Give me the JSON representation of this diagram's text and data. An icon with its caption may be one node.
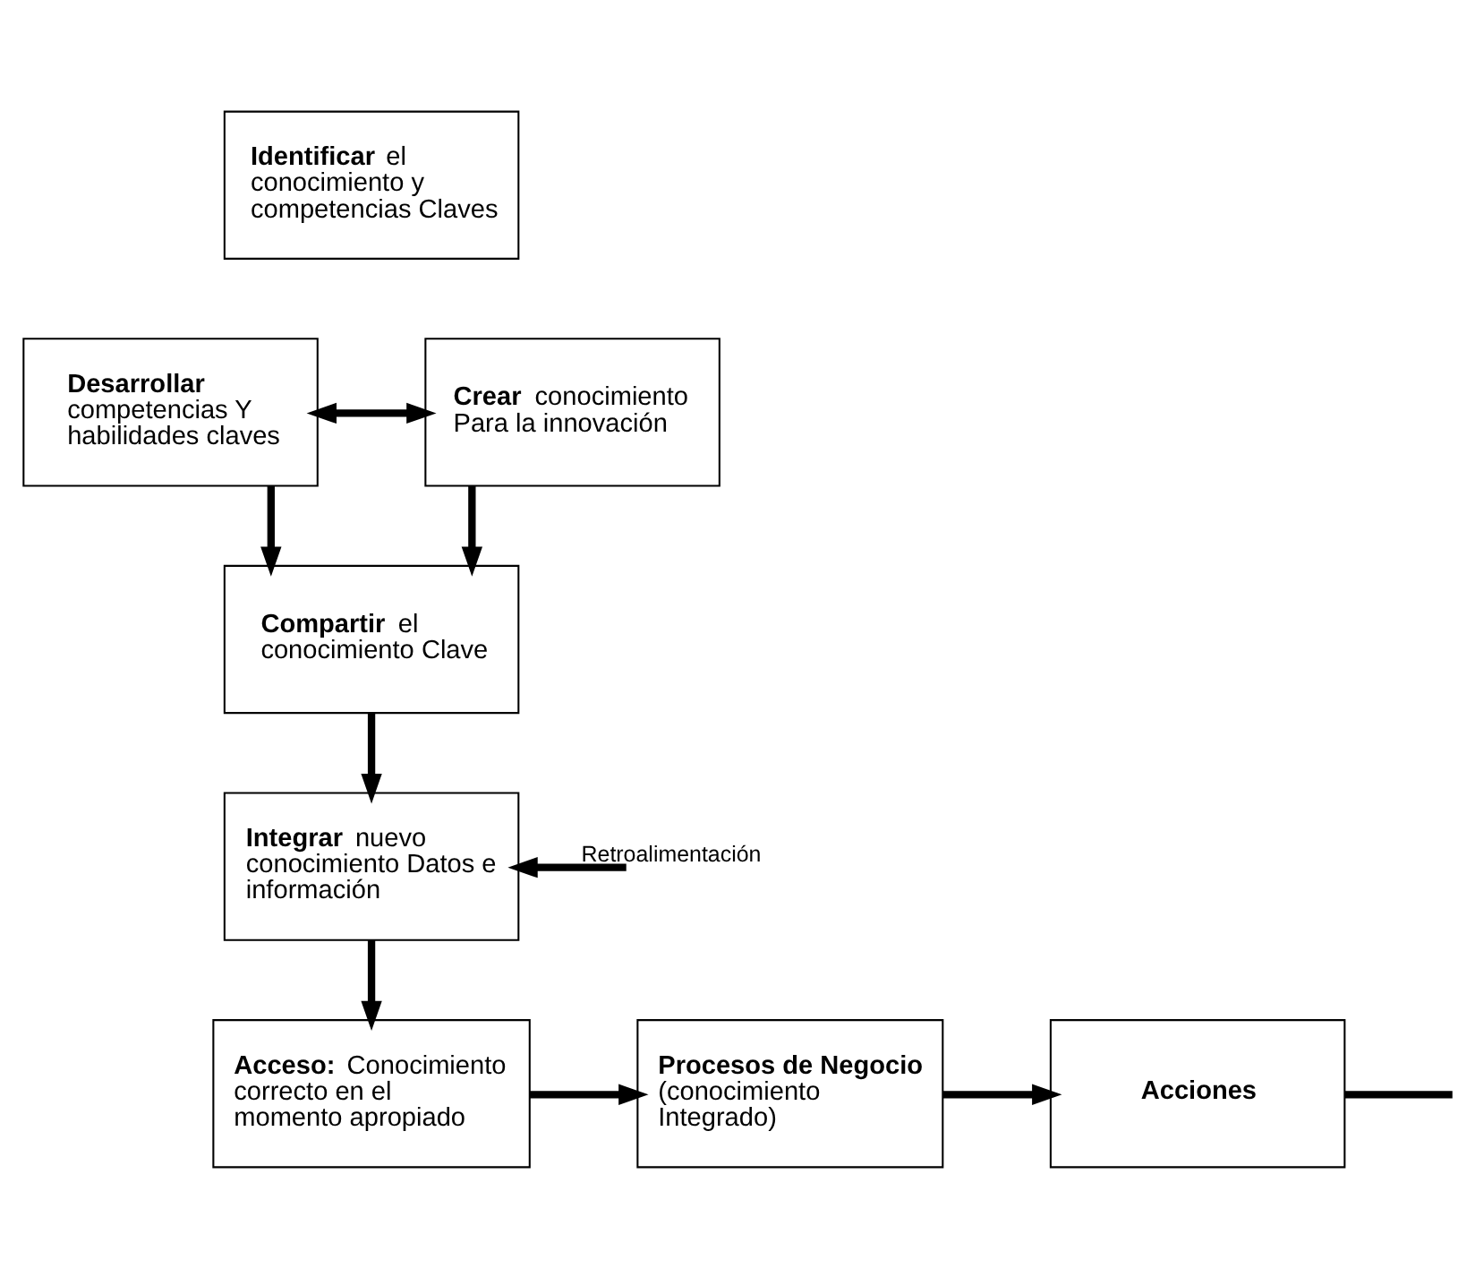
{
  "diagram": {
    "nodes": [
      {
        "text": [
          "**Identificar** el conocimiento y competencias Claves"
        ]
      },
      {
        "text": [
          "**Desarrollar** competencias Y habilidades claves"
        ]
      },
      {
        "text": [
          "**Crear** conocimiento Para la innovación"
        ]
      },
      {
        "text": [
          "**Compartir** el conocimiento Clave"
        ]
      },
      {
        "text": [
          "**Integrar** nuevo conocimiento Datos e  información"
        ]
      },
      {
        "text": [
          "**Acceso:** Conocimiento correcto en el momento apropiado"
        ]
      },
      {
        "text": [
          "**Procesos de Negocio** (conocimiento Integrado)"
        ]
      },
      {
        "text": [
          "**Acciones**"
        ]
      }
    ],
    "edges": [
      {
        "from": 1,
        "to": 2,
        "arrow": "both"
      },
      {
        "from": 1,
        "to": 3,
        "arrow": "to"
      },
      {
        "from": 2,
        "to": 3,
        "arrow": "to"
      },
      {
        "from": 3,
        "to": 4,
        "arrow": "to"
      },
      {
        "from": 4,
        "to": 5,
        "arrow": "to"
      },
      {
        "from": null,
        "to": 4,
        "arrow": "to",
        "label": "Retroalimentación"
      },
      {
        "from": 5,
        "to": 6,
        "arrow": "to"
      },
      {
        "from": 6,
        "to": 7,
        "arrow": "to"
      },
      {
        "from": 7,
        "to": null,
        "arrow": "none"
      }
    ]
  }
}
